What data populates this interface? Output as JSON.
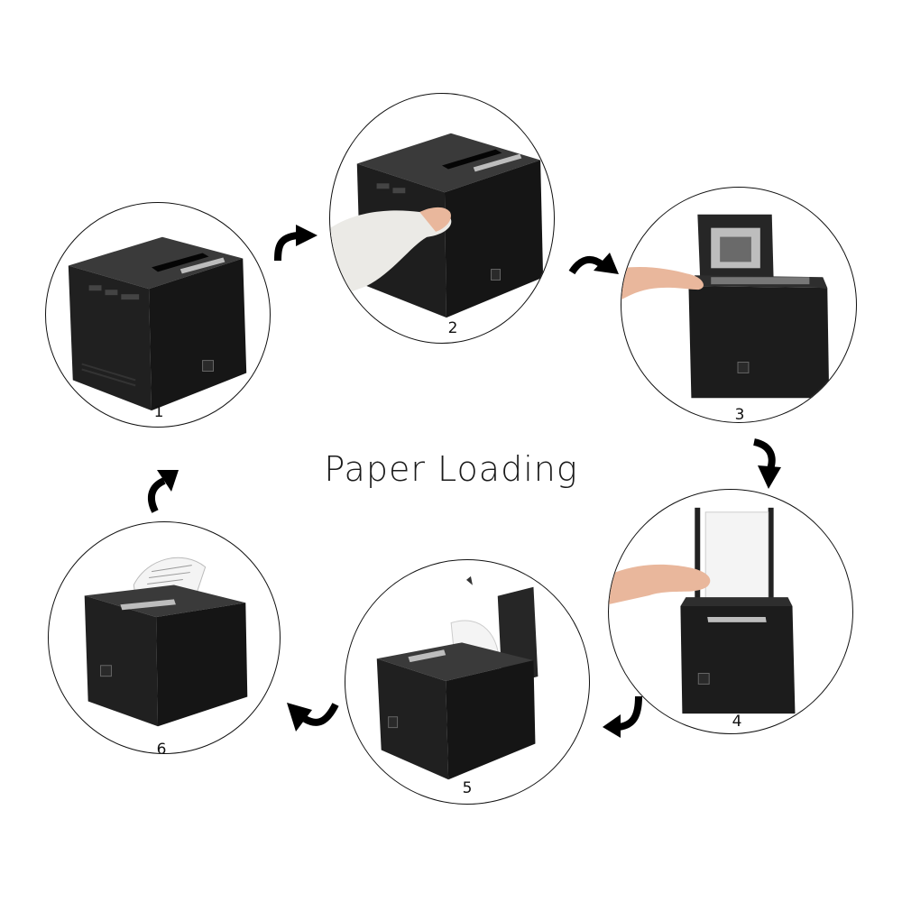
{
  "title": "Paper Loading",
  "steps": [
    {
      "label": "1"
    },
    {
      "label": "2"
    },
    {
      "label": "3"
    },
    {
      "label": "4"
    },
    {
      "label": "5"
    },
    {
      "label": "6"
    }
  ],
  "colors": {
    "printer_body": "#232323",
    "printer_shade": "#151515",
    "paper": "#f4f4f4",
    "skin": "#e9b79c",
    "outline": "#111111"
  }
}
